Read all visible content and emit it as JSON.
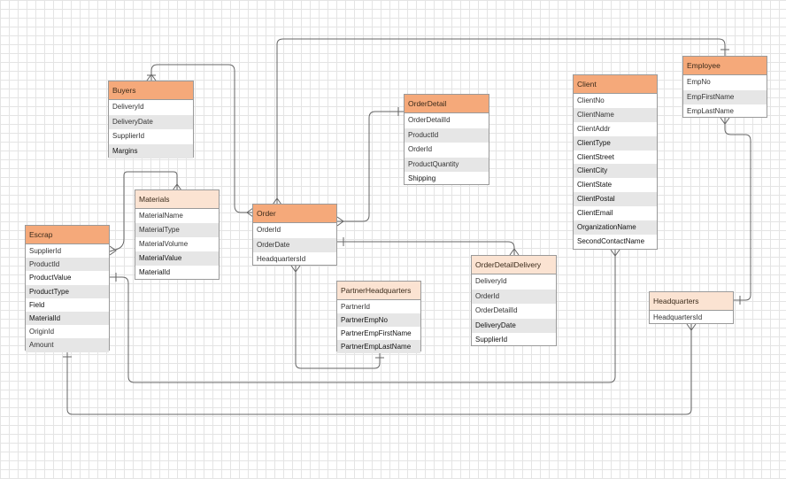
{
  "entities": {
    "buyers": {
      "title": "Buyers",
      "fields": [
        {
          "name": "DeliveryId"
        },
        {
          "name": "DeliveryDate"
        },
        {
          "name": "SupplierId"
        },
        {
          "name": "Margins"
        }
      ]
    },
    "materials": {
      "title": "Materials",
      "fields": [
        {
          "name": "MaterialName"
        },
        {
          "name": "MaterialType"
        },
        {
          "name": "MaterialVolume"
        },
        {
          "name": "MaterialValue"
        },
        {
          "name": "MaterialId"
        }
      ]
    },
    "escrap": {
      "title": "Escrap",
      "fields": [
        {
          "name": "SupplierId"
        },
        {
          "name": "ProductId"
        },
        {
          "name": "ProductValue"
        },
        {
          "name": "ProductType"
        },
        {
          "name": "Field"
        },
        {
          "name": "MaterialId"
        },
        {
          "name": "OriginId"
        },
        {
          "name": "Amount"
        }
      ]
    },
    "order": {
      "title": "Order",
      "fields": [
        {
          "name": "OrderId"
        },
        {
          "name": "OrderDate"
        },
        {
          "name": "HeadquartersId"
        }
      ]
    },
    "orderdetail": {
      "title": "OrderDetail",
      "fields": [
        {
          "name": "OrderDetailId"
        },
        {
          "name": "ProductId"
        },
        {
          "name": "OrderId"
        },
        {
          "name": "ProductQuantity"
        },
        {
          "name": "Shipping"
        }
      ]
    },
    "partnerhq": {
      "title": "PartnerHeadquarters",
      "fields": [
        {
          "name": "PartnerId"
        },
        {
          "name": "PartnerEmpNo"
        },
        {
          "name": "PartnerEmpFirstName"
        },
        {
          "name": "PartnerEmpLastName"
        }
      ]
    },
    "odd": {
      "title": "OrderDetailDelivery",
      "fields": [
        {
          "name": "DeliveryId"
        },
        {
          "name": "OrderId"
        },
        {
          "name": "OrderDetailId"
        },
        {
          "name": "DeliveryDate"
        },
        {
          "name": "SupplierId"
        }
      ]
    },
    "client": {
      "title": "Client",
      "fields": [
        {
          "name": "ClientNo"
        },
        {
          "name": "ClientName"
        },
        {
          "name": "ClientAddr"
        },
        {
          "name": "ClientType"
        },
        {
          "name": "ClientStreet"
        },
        {
          "name": "ClientCity"
        },
        {
          "name": "ClientState"
        },
        {
          "name": "ClientPostal"
        },
        {
          "name": "ClientEmail"
        },
        {
          "name": "OrganizationName"
        },
        {
          "name": "SecondContactName"
        }
      ]
    },
    "employee": {
      "title": "Employee",
      "fields": [
        {
          "name": "EmpNo"
        },
        {
          "name": "EmpFirstName"
        },
        {
          "name": "EmpLastName"
        }
      ]
    },
    "headquarters": {
      "title": "Headquarters",
      "fields": [
        {
          "name": "HeadquartersId"
        }
      ]
    }
  },
  "colors": {
    "header_dark": "#f5a97a",
    "header_light": "#fbe3d2",
    "row_alt": "#e6e6e6",
    "border": "#9a9a9a",
    "connector": "#666666"
  }
}
